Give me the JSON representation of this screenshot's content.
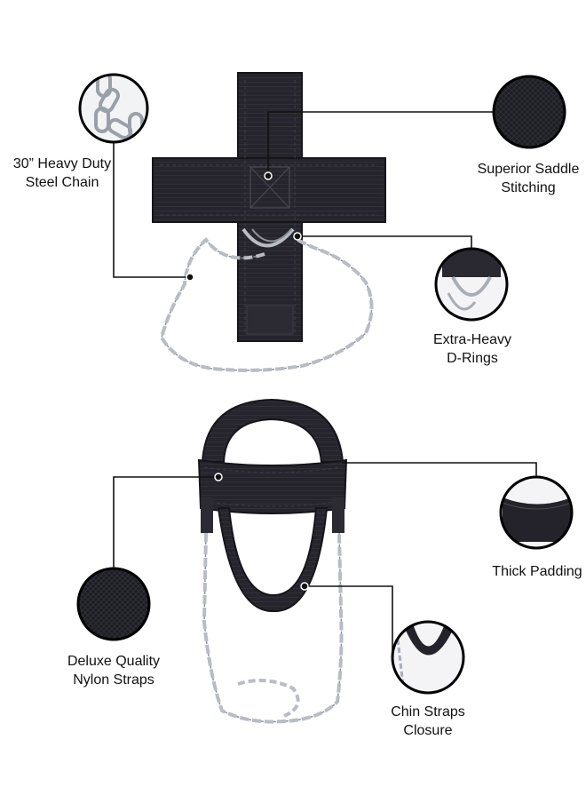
{
  "callouts": {
    "chain": {
      "line1": "30” Heavy Duty",
      "line2": "Steel Chain",
      "icon": "chain-closeup-icon"
    },
    "stitching": {
      "line1": "Superior Saddle",
      "line2": "Stitching",
      "icon": "fabric-weave-icon"
    },
    "d_rings": {
      "line1": "Extra-Heavy",
      "line2": "D-Rings",
      "icon": "d-ring-icon"
    },
    "padding": {
      "line1": "Thick Padding",
      "icon": "padding-icon"
    },
    "nylon": {
      "line1": "Deluxe Quality",
      "line2": "Nylon Straps",
      "icon": "nylon-weave-icon"
    },
    "chin": {
      "line1": "Chin Straps",
      "line2": "Closure",
      "icon": "chin-strap-icon"
    }
  },
  "colors": {
    "strap": "#24232b",
    "chain": "#b8bcc4",
    "line": "#111111",
    "ring": "#000000"
  }
}
